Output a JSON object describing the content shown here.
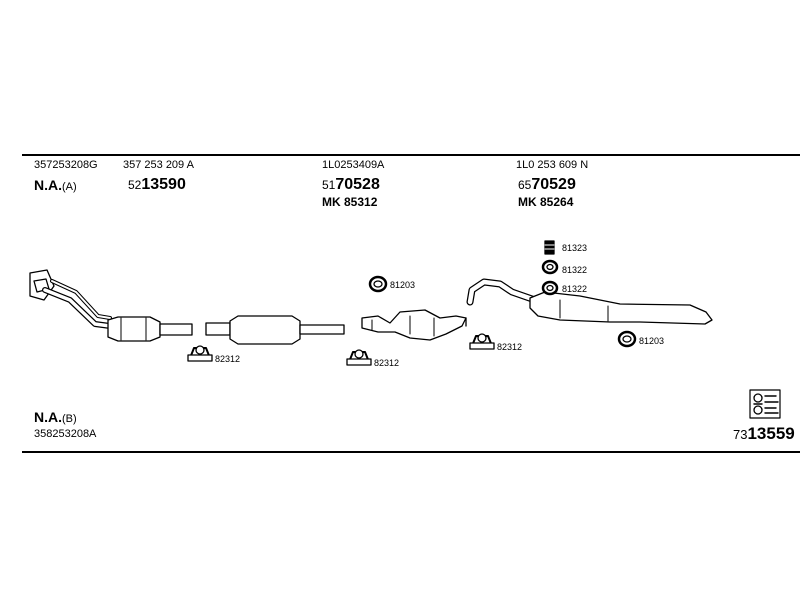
{
  "header": {
    "col1": {
      "oe_number": "357253208G",
      "na_label": "N.A.",
      "na_suffix": "(A)"
    },
    "col2": {
      "oe_number": "357 253 209 A",
      "part_prefix": "52",
      "part_main": "13590"
    },
    "col3": {
      "oe_number": "1L0253409A",
      "part_prefix": "51",
      "part_main": "70528",
      "mk_label": "MK  85312"
    },
    "col4": {
      "oe_number": "1L0 253 609 N",
      "part_prefix": "65",
      "part_main": "70529",
      "mk_label": "MK  85264"
    }
  },
  "parts": {
    "clamp_1": "82312",
    "clamp_2": "82312",
    "clamp_3": "82312",
    "ring_1": "81203",
    "ring_2": "81203",
    "hanger_1": "81323",
    "hanger_2": "81322",
    "hanger_3": "81322"
  },
  "footer": {
    "na_label": "N.A.",
    "na_suffix": "(B)",
    "oe_number": "358253208A",
    "kit_prefix": "73",
    "kit_main": "13559"
  },
  "icons": {
    "kit_icon": "exhaust-kit-icon"
  }
}
